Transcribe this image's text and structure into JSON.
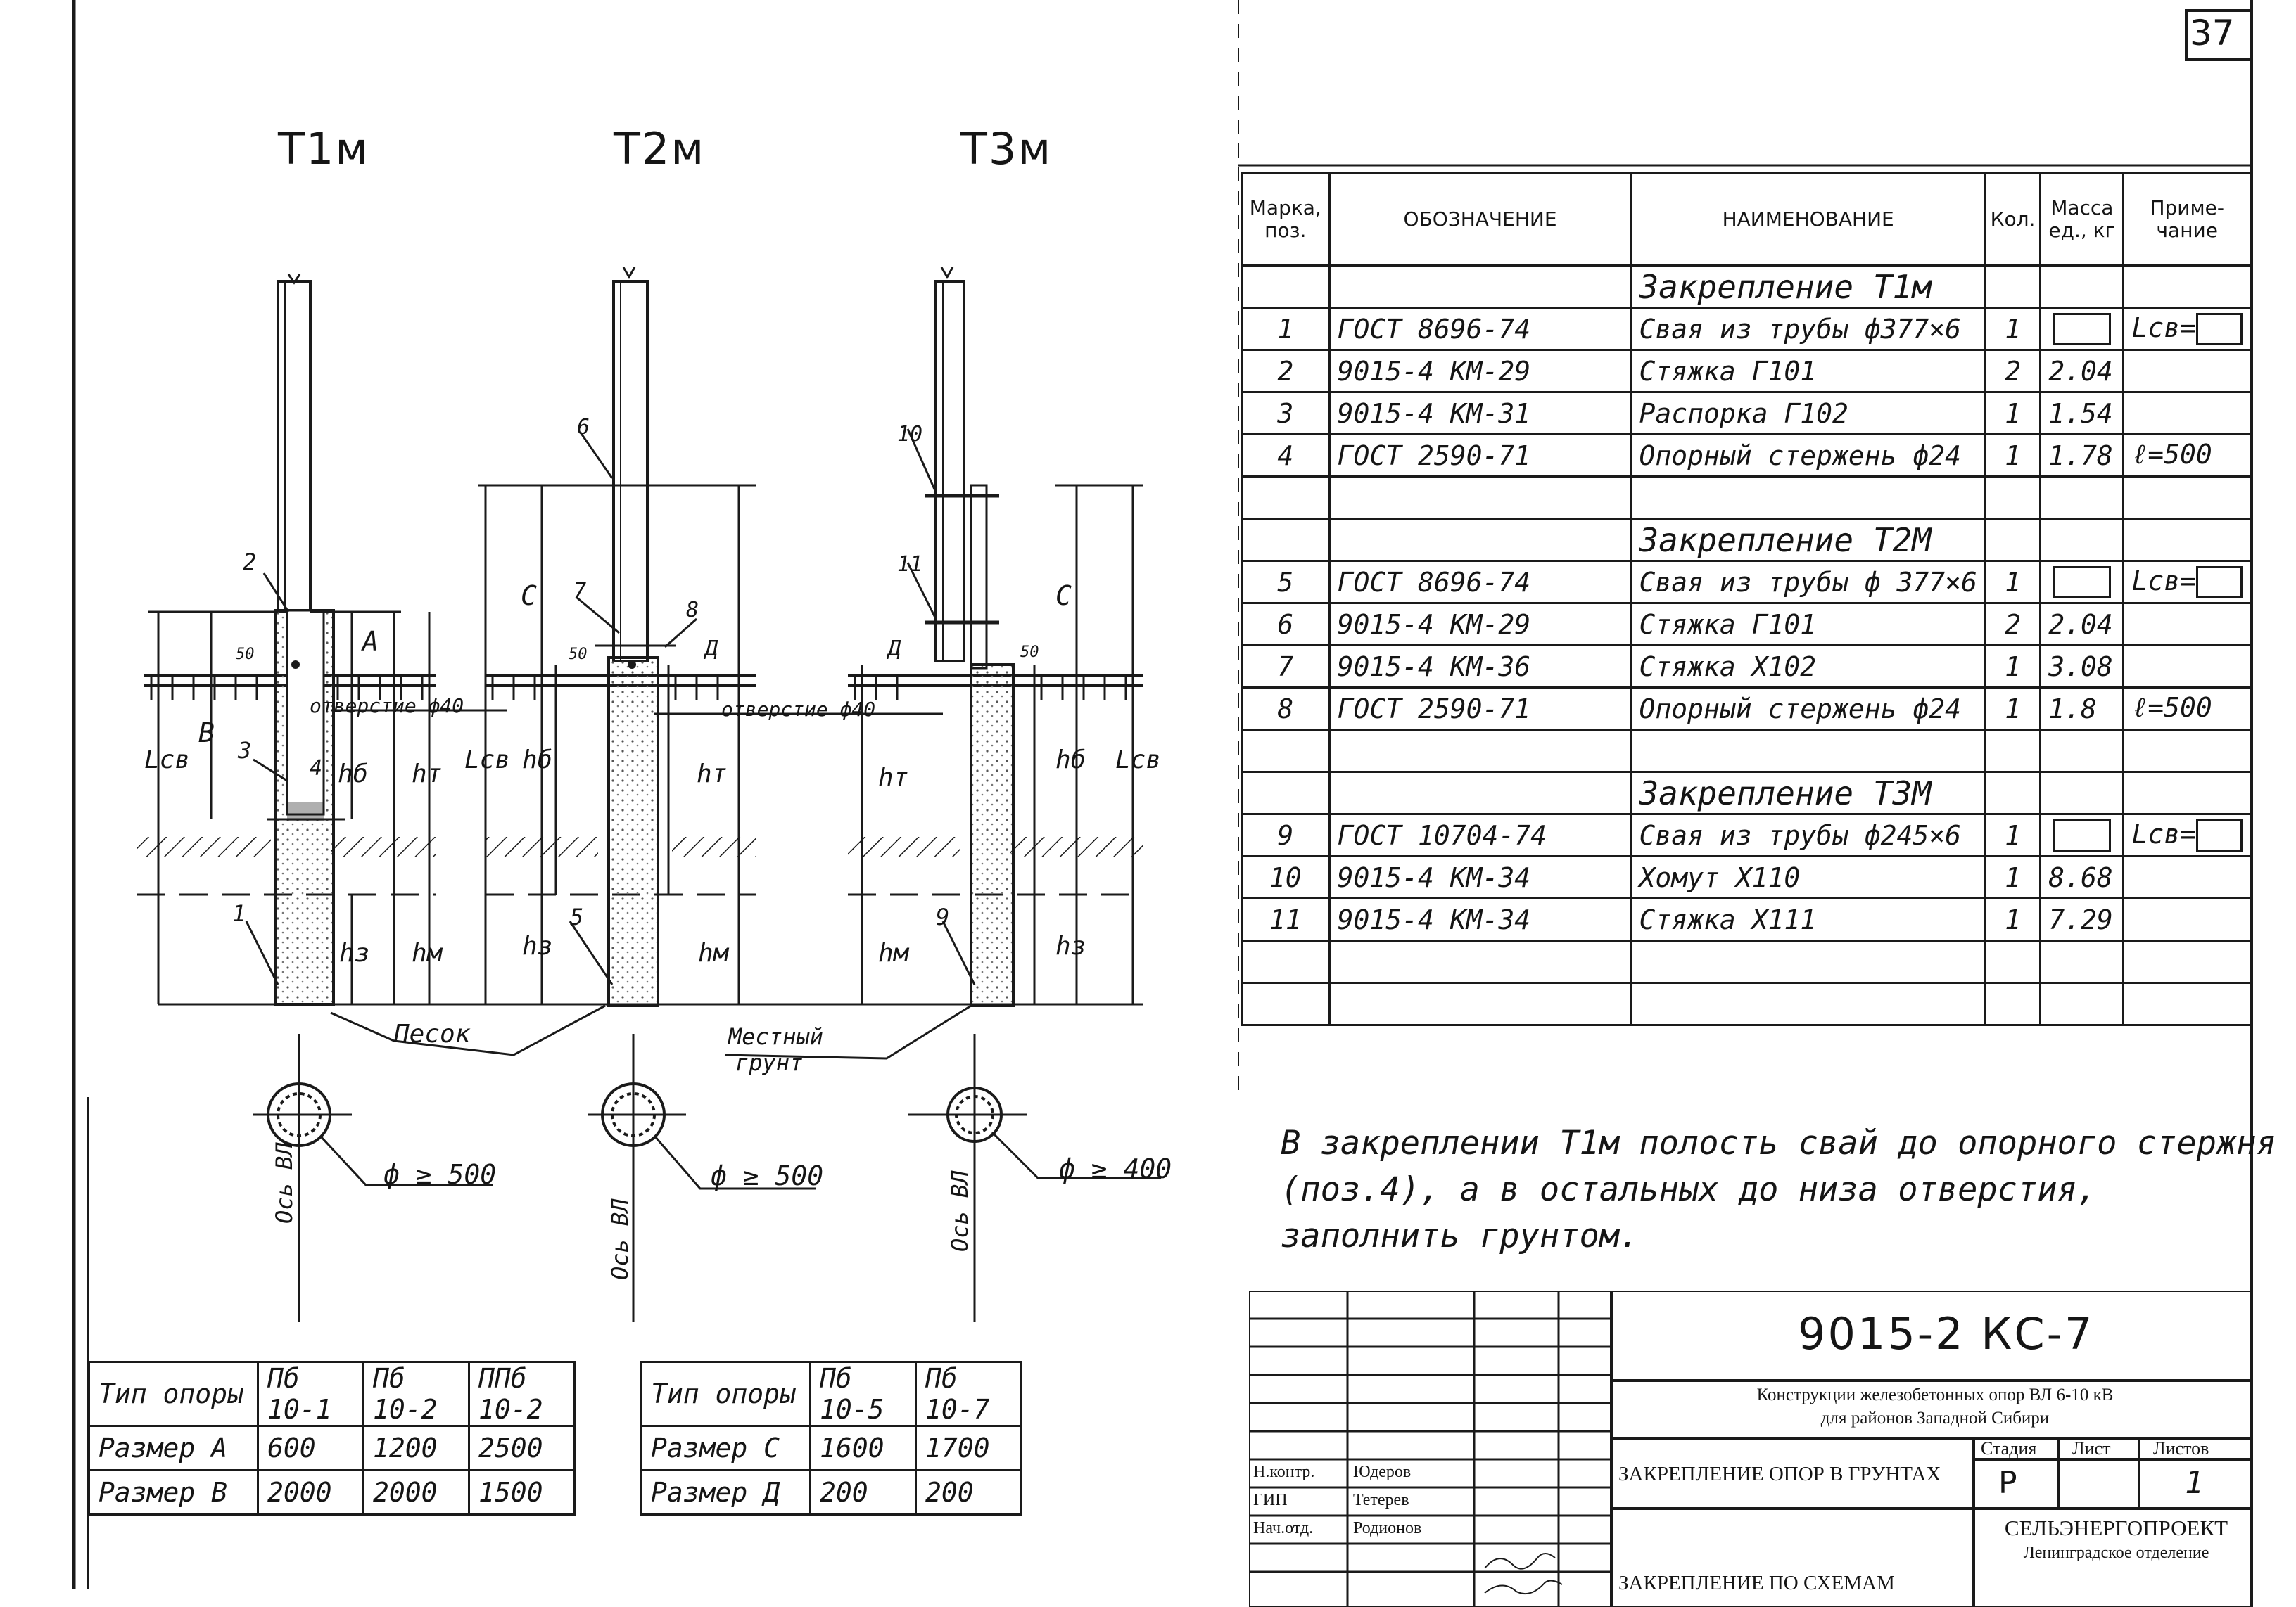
{
  "sheet_number": "37",
  "drawing_titles": [
    "Т1м",
    "Т2м",
    "Т3м"
  ],
  "spec_table": {
    "headers": [
      "Марка, поз.",
      "ОБОЗНАЧЕНИЕ",
      "НАИМЕНОВАНИЕ",
      "Кол.",
      "Масса ед., кг",
      "Приме-чание"
    ],
    "groups": [
      {
        "title": "Закрепление Т1м",
        "rows": [
          {
            "pos": "1",
            "code": "ГОСТ 8696-74",
            "name": "Свая из трубы ф377×6",
            "qty": "1",
            "mass": "",
            "note": "Lсв="
          },
          {
            "pos": "2",
            "code": "9015-4 КМ-29",
            "name": "Стяжка Г101",
            "qty": "2",
            "mass": "2.04",
            "note": ""
          },
          {
            "pos": "3",
            "code": "9015-4 КМ-31",
            "name": "Распорка Г102",
            "qty": "1",
            "mass": "1.54",
            "note": ""
          },
          {
            "pos": "4",
            "code": "ГОСТ 2590-71",
            "name": "Опорный стержень ф24",
            "qty": "1",
            "mass": "1.78",
            "note": "ℓ=500"
          }
        ]
      },
      {
        "title": "Закрепление Т2М",
        "rows": [
          {
            "pos": "5",
            "code": "ГОСТ 8696-74",
            "name": "Свая из трубы ф 377×6",
            "qty": "1",
            "mass": "",
            "note": "Lсв="
          },
          {
            "pos": "6",
            "code": "9015-4 КМ-29",
            "name": "Стяжка Г101",
            "qty": "2",
            "mass": "2.04",
            "note": ""
          },
          {
            "pos": "7",
            "code": "9015-4 КМ-36",
            "name": "Стяжка Х102",
            "qty": "1",
            "mass": "3.08",
            "note": ""
          },
          {
            "pos": "8",
            "code": "ГОСТ 2590-71",
            "name": "Опорный стержень ф24",
            "qty": "1",
            "mass": "1.8",
            "note": "ℓ=500"
          }
        ]
      },
      {
        "title": "Закрепление Т3М",
        "rows": [
          {
            "pos": "9",
            "code": "ГОСТ 10704-74",
            "name": "Свая из трубы ф245×6",
            "qty": "1",
            "mass": "",
            "note": "Lсв="
          },
          {
            "pos": "10",
            "code": "9015-4 КМ-34",
            "name": "Хомут Х110",
            "qty": "1",
            "mass": "8.68",
            "note": ""
          },
          {
            "pos": "11",
            "code": "9015-4 КМ-34",
            "name": "Стяжка Х111",
            "qty": "1",
            "mass": "7.29",
            "note": ""
          }
        ]
      }
    ]
  },
  "note_lines": [
    "В закреплении Т1м полость свай до опорного стержня",
    "(поз.4), а в остальных до низа отверстия, заполнить грунтом."
  ],
  "drawing_labels": {
    "hole_1": "отверстие ф40",
    "hole_2": "отверстие ф40",
    "sand": "Песок",
    "local_soil_1": "Местный",
    "local_soil_2": "грунт",
    "axis": "Ось ВЛ",
    "diam_1": "ф ≥ 500",
    "diam_2": "ф ≥ 500",
    "diam_3": "ф ≥ 400",
    "dim_A": "А",
    "dim_B": "В",
    "dim_C": "С",
    "dim_D": "Д",
    "dim_50": "50",
    "dim_lsv": "Lсв",
    "dim_hb": "hб",
    "dim_ht": "hт",
    "dim_hz": "hз",
    "dim_hm": "hм",
    "pos_labels": [
      "1",
      "2",
      "3",
      "4",
      "5",
      "6",
      "7",
      "8",
      "9",
      "10",
      "11"
    ]
  },
  "size_table_1": {
    "header": [
      "Тип опоры",
      "Пб 10-1",
      "Пб 10-2",
      "ППб 10-2"
    ],
    "rows": [
      [
        "Размер А",
        "600",
        "1200",
        "2500"
      ],
      [
        "Размер В",
        "2000",
        "2000",
        "1500"
      ]
    ]
  },
  "size_table_2": {
    "header": [
      "Тип опоры",
      "Пб 10-5",
      "Пб 10-7"
    ],
    "rows": [
      [
        "Размер С",
        "1600",
        "1700"
      ],
      [
        "Размер Д",
        "200",
        "200"
      ]
    ]
  },
  "stamp": {
    "code": "9015-2 КС-7",
    "project_line1": "Конструкции железобетонных опор ВЛ 6-10 кВ",
    "project_line2": "для районов Западной Сибири",
    "sheet_title": "ЗАКРЕПЛЕНИЕ ОПОР В ГРУНТАХ",
    "sheet_subtitle": "ЗАКРЕПЛЕНИЕ ПО СХЕМАМ",
    "stage_label": "Стадия",
    "sheet_label": "Лист",
    "sheets_label": "Листов",
    "stage_value": "Р",
    "sheets_value": "1",
    "org": "СЕЛЬЭНЕРГОПРОЕКТ",
    "org_branch": "Ленинградское отделение",
    "people": [
      {
        "role": "Н.контр.",
        "name": "Юдеров"
      },
      {
        "role": "ГИП",
        "name": "Тетерев"
      },
      {
        "role": "Нач.отд.",
        "name": "Родионов"
      }
    ]
  },
  "colors": {
    "ink": "#1a1a1a",
    "paper": "#ffffff",
    "concrete": "#9a9a9a"
  }
}
